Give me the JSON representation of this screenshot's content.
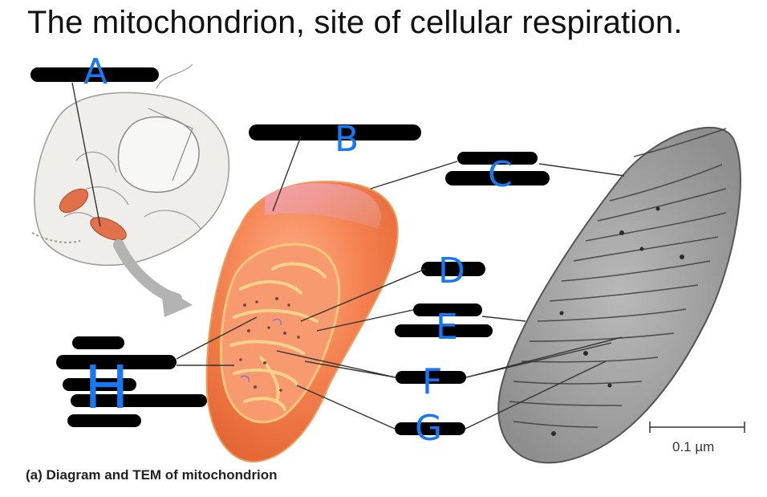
{
  "title": "The mitochondrion, site of cellular respiration.",
  "caption": "(a) Diagram and TEM of mitochondrion",
  "scale_bar_label": "0.1 µm",
  "handwritten_letters": [
    "A",
    "B",
    "C",
    "D",
    "E",
    "F",
    "G",
    "H"
  ],
  "colors": {
    "redaction": "#000000",
    "handwriting": "#1877f2",
    "mitochondrion": "#f08a5d",
    "leader_line": "#333333"
  }
}
